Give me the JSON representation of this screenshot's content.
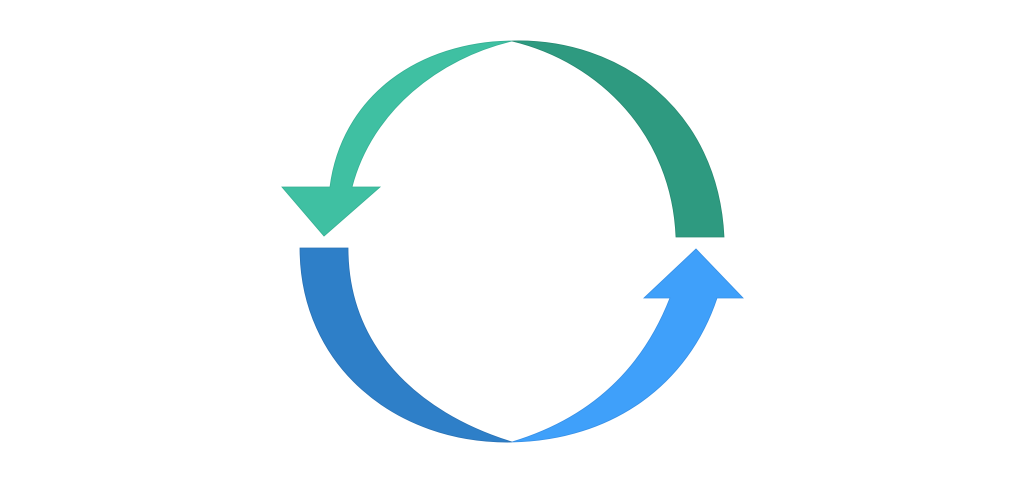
{
  "diagram": {
    "type": "cycle",
    "direction": "counterclockwise",
    "segments": [
      {
        "id": "top-left",
        "role": "arrow",
        "color": "#3FC0A2",
        "stroke": "#36B094"
      },
      {
        "id": "top-right",
        "role": "tail",
        "color": "#2E9A80",
        "stroke": "#288A72"
      },
      {
        "id": "bottom-left",
        "role": "tail",
        "color": "#2E7FC8",
        "stroke": "#2A72B5"
      },
      {
        "id": "bottom-right",
        "role": "arrow",
        "color": "#3FA0FA",
        "stroke": "#3890E6"
      }
    ]
  }
}
